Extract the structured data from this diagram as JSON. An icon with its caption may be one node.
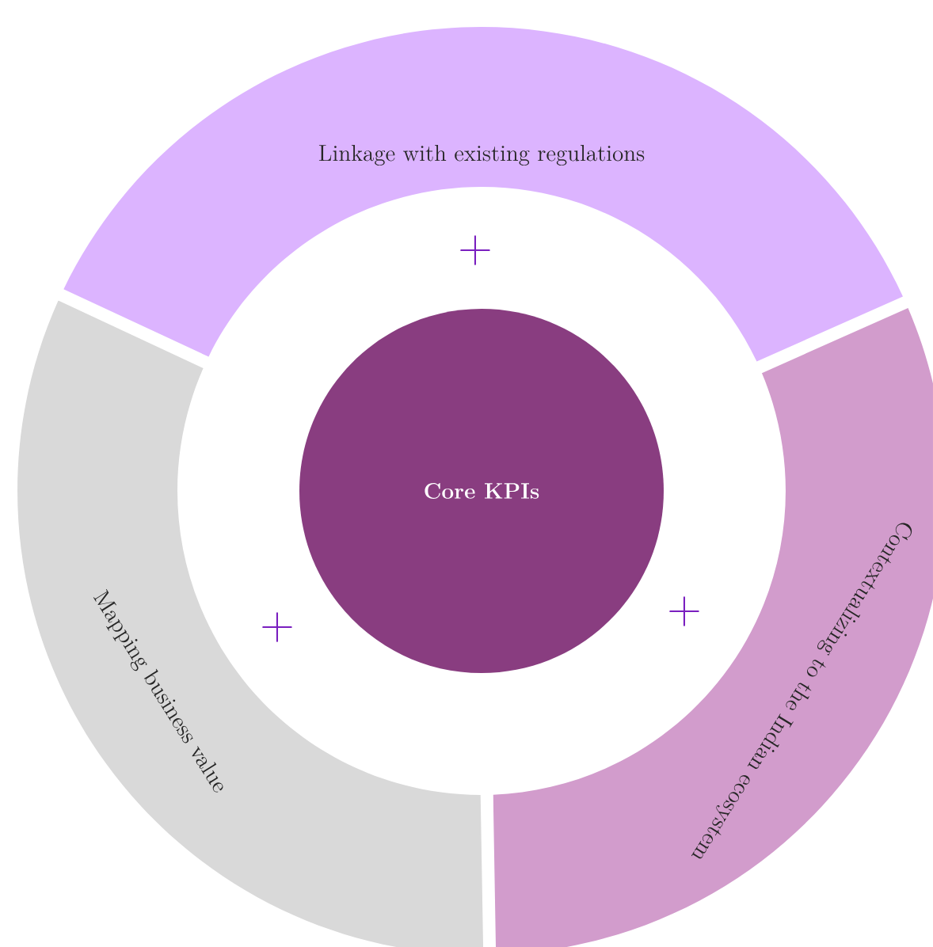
{
  "diagram": {
    "nodes": [
      {
        "text": [
          "Linkage with existing regulations"
        ]
      },
      {
        "text": [
          "Mapping business value"
        ]
      },
      {
        "text": [
          "Core KPIs"
        ]
      },
      {
        "text": [
          "Contextualizing to the Indian ecosystem"
        ]
      }
    ],
    "labels": [
      "+",
      "+",
      "+"
    ]
  }
}
